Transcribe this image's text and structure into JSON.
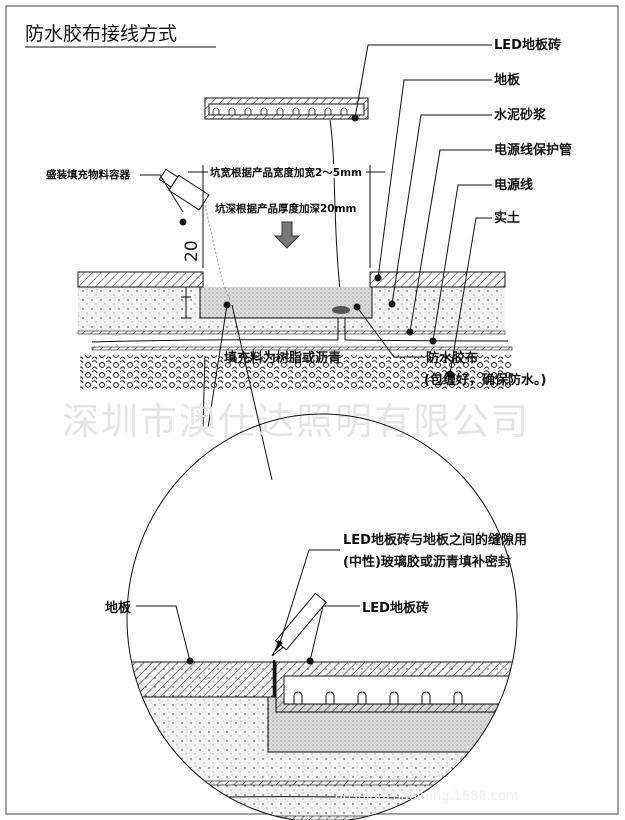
{
  "title": "防水胶布接线方式",
  "top_diagram": {
    "labels": {
      "led_tile": "LED地板砖",
      "floor": "地板",
      "cement_mortar": "水泥砂浆",
      "conduit": "电源线保护管",
      "power_cord": "电源线",
      "solid_soil": "实土",
      "filler_container": "盛装填充物料容器",
      "pit_width": "坑宽根据产品宽度加宽2～5mm",
      "pit_depth": "坑深根据产品厚度加深20mm",
      "depth_value": "20",
      "filler": "填充料为树脂或沥青",
      "waterproof_tape": "防水胶布",
      "waterproof_note": "(包缠好，确保防水。)"
    }
  },
  "watermark": "深圳市澳仕达照明有限公司",
  "detail_diagram": {
    "labels": {
      "gap_note_line1": "LED地板砖与地板之间的缝隙用",
      "gap_note_line2": "(中性)玻璃胶或沥青填补密封",
      "floor": "地板",
      "led_tile": "LED地板砖"
    }
  },
  "url_watermark": "aoshidazhaoming.1688.com"
}
